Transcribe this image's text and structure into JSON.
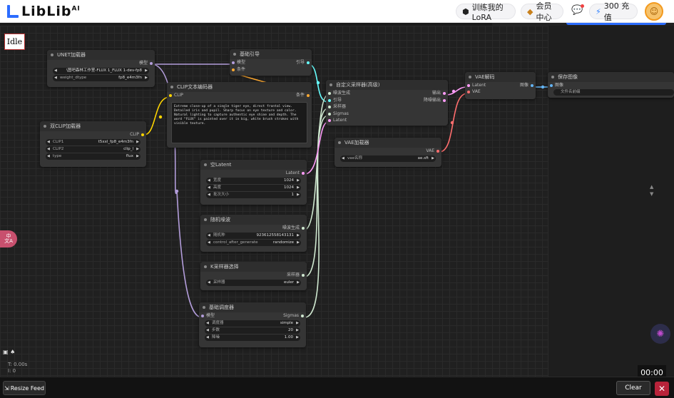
{
  "header": {
    "logo_text": "LibLib",
    "logo_sup": "AI",
    "train_label": "训练我的LoRA",
    "vip_label": "会员中心",
    "charge_label": "300 充值"
  },
  "status": {
    "idle": "Idle"
  },
  "nodes": {
    "unet": {
      "title": "UNET加载器",
      "output": "模型",
      "widgets": [
        {
          "key": "",
          "value": "\\图吧森林工作室-FLUX 1_FLUX 1-dev-fp8"
        },
        {
          "key": "weight_dtype",
          "value": "fp8_e4m3fn"
        }
      ]
    },
    "dualclip": {
      "title": "双CLIP加载器",
      "output": "CLIP",
      "widgets": [
        {
          "key": "CLIP1",
          "value": "t5xxl_fp8_e4m3fn"
        },
        {
          "key": "CLIP2",
          "value": "clip_l"
        },
        {
          "key": "type",
          "value": "flux"
        }
      ]
    },
    "guide": {
      "title": "基础引导",
      "inputs": [
        "模型",
        "条件"
      ],
      "output": "引导"
    },
    "clip_encode": {
      "title": "CLIP文本编码器",
      "input": "CLIP",
      "output": "条件",
      "text": "Extreme close-up of a single tiger eye, direct frontal view. Detailed iris and pupil. Sharp focus on eye texture and color. Natural lighting to capture authentic eye shine and depth. The word \"FLUX\" is painted over it in big, white brush strokes with visible texture."
    },
    "sampler_adv": {
      "title": "自定义采样器(高级)",
      "inputs": [
        "噪波生成",
        "引导",
        "采样器",
        "Sigmas",
        "Latent"
      ],
      "outputs": [
        "输出",
        "降噪输出"
      ]
    },
    "vae_decode": {
      "title": "VAE解码",
      "inputs": [
        "Latent",
        "VAE"
      ],
      "output": "图像"
    },
    "save": {
      "title": "保存图像",
      "input": "图像",
      "widget": "文件名前缀"
    },
    "vae_loader": {
      "title": "VAE加载器",
      "output": "VAE",
      "widgets": [
        {
          "key": "vae名称",
          "value": "ae.sft"
        }
      ]
    },
    "latent": {
      "title": "空Latent",
      "output": "Latent",
      "widgets": [
        {
          "key": "宽度",
          "value": "1024"
        },
        {
          "key": "高度",
          "value": "1024"
        },
        {
          "key": "批次大小",
          "value": "1"
        }
      ]
    },
    "noise": {
      "title": "随机噪波",
      "output": "噪波生成",
      "widgets": [
        {
          "key": "随机种",
          "value": "923612558143131"
        },
        {
          "key": "control_after_generate",
          "value": "randomize"
        }
      ]
    },
    "ksampler_select": {
      "title": "K采样器选择",
      "output": "采样器",
      "widgets": [
        {
          "key": "采样器",
          "value": "euler"
        }
      ]
    },
    "scheduler": {
      "title": "基础调度器",
      "input": "模型",
      "output": "Sigmas",
      "widgets": [
        {
          "key": "调度器",
          "value": "simple"
        },
        {
          "key": "步数",
          "value": "20"
        },
        {
          "key": "降噪",
          "value": "1.00"
        }
      ]
    }
  },
  "side_pill": "中\n文A",
  "stats": {
    "t": "T: 0.00s",
    "i": "I: 0"
  },
  "timer": "00:00",
  "bottom": {
    "resize_label": "Resize Feed",
    "clear_label": "Clear"
  },
  "colors": {
    "model_wire": "#b39ddb",
    "clip_wire": "#ffd500",
    "cond_wire": "#ffa931",
    "latent_wire": "#ff9cf9",
    "vae_wire": "#ff6e6e",
    "image_wire": "#64b5f6",
    "guide_wire": "#66ffff",
    "generic_wire": "#cfe8d0"
  }
}
